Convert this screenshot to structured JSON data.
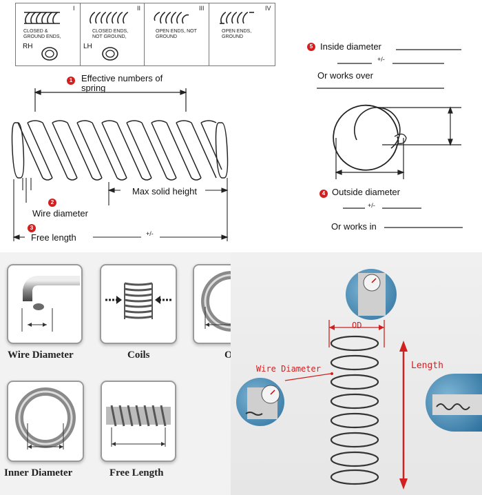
{
  "end_types": [
    {
      "numeral": "I",
      "desc": "CLOSED & GROUND ENDS,",
      "hand": "RH"
    },
    {
      "numeral": "II",
      "desc": "CLOSED ENDS, NOT GROUND,",
      "hand": "LH"
    },
    {
      "numeral": "III",
      "desc": "OPEN ENDS, NOT GROUND",
      "hand": ""
    },
    {
      "numeral": "IV",
      "desc": "OPEN ENDS, GROUND",
      "hand": ""
    }
  ],
  "spring_diagram": {
    "effective_badge": "1",
    "effective_label": "Effective numbers of spring",
    "wire_badge": "2",
    "wire_label": "Wire diameter",
    "free_badge": "3",
    "free_label": "Free length",
    "max_solid_label": "Max solid height",
    "tolerance": "+/-"
  },
  "diameter_diagram": {
    "inside_badge": "5",
    "inside_label": "Inside diameter",
    "inside_tol": "+/-",
    "inside_works": "Or works over",
    "outside_badge": "4",
    "outside_label": "Outside diameter",
    "outside_tol": "+/-",
    "outside_works": "Or works in"
  },
  "cards": [
    {
      "label": "Wire Diameter"
    },
    {
      "label": "Coils"
    },
    {
      "label": "OD"
    },
    {
      "label": "Inner Diameter"
    },
    {
      "label": "Free Length"
    }
  ],
  "photo_panel": {
    "od_label": "OD",
    "wire_label": "Wire Diameter",
    "length_label": "Length",
    "accent": "#d21f1f"
  }
}
